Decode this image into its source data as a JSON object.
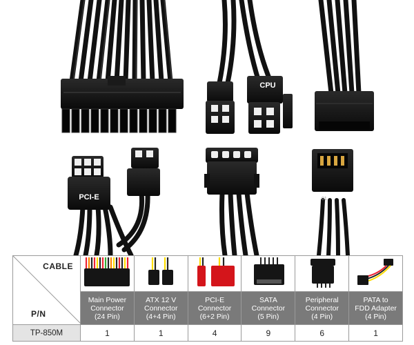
{
  "photo": {
    "cpu_label": "CPU",
    "pcie_label": "PCI-E",
    "peripheral_mark": "01"
  },
  "table": {
    "header_top": "CABLE",
    "header_bottom": "P/N",
    "columns": [
      {
        "icon": "main-power-connector-icon",
        "lines": [
          "Main Power",
          "Connector",
          "(24 Pin)"
        ]
      },
      {
        "icon": "atx-12v-connector-icon",
        "lines": [
          "ATX 12 V",
          "Connector",
          "(4+4 Pin)"
        ]
      },
      {
        "icon": "pcie-connector-icon",
        "lines": [
          "PCI-E",
          "Connector",
          "(6+2 Pin)"
        ]
      },
      {
        "icon": "sata-connector-icon",
        "lines": [
          "SATA",
          "Connector",
          "(5 Pin)"
        ]
      },
      {
        "icon": "peripheral-connector-icon",
        "lines": [
          "Peripheral",
          "Connector",
          "(4 Pin)"
        ]
      },
      {
        "icon": "pata-to-fdd-adapter-icon",
        "lines": [
          "PATA to",
          "FDD Adapter",
          "(4 Pin)"
        ]
      }
    ],
    "model": "TP-850M",
    "counts": [
      "1",
      "1",
      "4",
      "9",
      "6",
      "1"
    ],
    "colors": {
      "header_fill": "#7a7a7a",
      "model_fill": "#e4e4e4",
      "pcie_red": "#d4151b",
      "border": "#9a9a9a"
    }
  }
}
